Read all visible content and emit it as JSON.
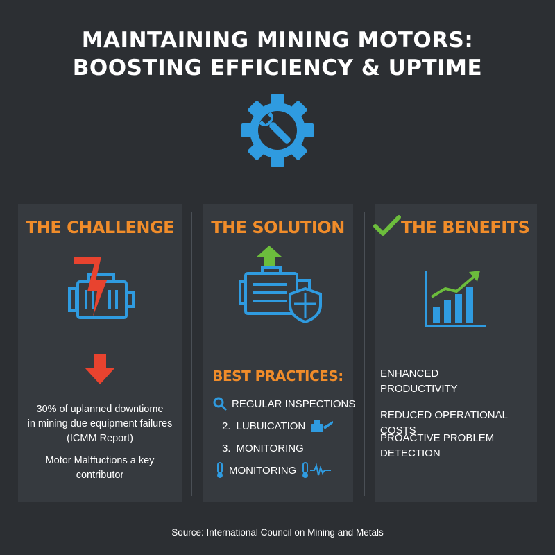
{
  "title": {
    "line1": "MAINTAINING MINING MOTORS:",
    "line2": "BOOSTING EFFICIENCY & UPTIME"
  },
  "header_icon": "gear-wrench-icon",
  "colors": {
    "background": "#2c2f33",
    "panel": "#363a3f",
    "accent_orange": "#f08c2a",
    "accent_blue": "#2f9be0",
    "accent_red": "#e8432f",
    "accent_green": "#6cbd3c"
  },
  "challenge": {
    "heading": "THE CHALLENGE",
    "icon": "broken-motor-icon",
    "arrow_icon": "red-down-arrow-icon",
    "stat_lines": [
      "30% of uplanned downtiome",
      "in mining due equipment failures",
      "(ICMM Report)"
    ],
    "note_lines": [
      "Motor Malffuctions a key",
      "contributor"
    ]
  },
  "solution": {
    "heading": "THE SOLUTION",
    "icon": "motor-shield-upgrade-icon",
    "best_practices_heading": "BEST PRACTICES:",
    "items": [
      {
        "prefix": "",
        "text": "REGULAR INSPECTIONS",
        "icon": "magnifier-icon"
      },
      {
        "prefix": "2.",
        "text": "LUBUICATION",
        "icon": "oil-can-icon"
      },
      {
        "prefix": "3.",
        "text": "MONITORING",
        "icon": ""
      },
      {
        "prefix": "",
        "text": "MONITORING",
        "icon": "thermometer-icon"
      }
    ]
  },
  "benefits": {
    "heading": "THE BENEFITS",
    "check_icon": "green-check-icon",
    "icon": "growth-chart-icon",
    "items": [
      {
        "lines": [
          "ENHANCED",
          "PRODUCTIVITY"
        ]
      },
      {
        "lines": [
          "REDUCED OPERATIONAL COSTS"
        ]
      },
      {
        "lines": [
          "PROACTIVE PROBLEM DETECTION"
        ]
      }
    ]
  },
  "source": "Source: International Council on Mining and Metals"
}
